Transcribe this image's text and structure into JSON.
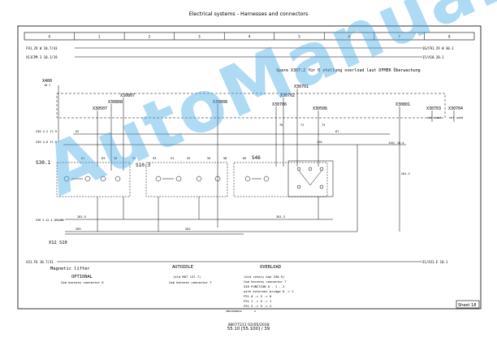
{
  "page": {
    "title": "Electrical systems - Harnesses and connectors",
    "footer_ref": "48077211 02/05/2018",
    "footer_page": "55.10 [55.100] / 39",
    "sheet": "Sheet 18",
    "drawing_id": "SBD14DW4N1A",
    "drawing_rev": "A"
  },
  "grid": {
    "columns": [
      "0",
      "1",
      "2",
      "3",
      "4",
      "5",
      "6",
      "7",
      "8"
    ]
  },
  "rails": {
    "left": [
      "F91.29 W 10.7/43",
      "X11CPM 3 10.1/19",
      "S30 3.2 17.9",
      "S30 3.6 17.9",
      "S30 3.12 4 GROUND",
      "X12 ",
      "X31.F6 10.7/31"
    ],
    "right": [
      "16/F91.29 W 30.1",
      "15/X10.20.1",
      "110/ 10.4",
      "31/X31.E 10.1"
    ]
  },
  "notes": {
    "top_spare": "Spare X307:2 für 0 stellung overload laut DFMER Überwachung",
    "not_used_1": "not used",
    "not_used_2": "not used",
    "x400": "X400"
  },
  "connectors": [
    "X30807",
    "X30808",
    "X30507",
    "X30808",
    "X30701",
    "X30702",
    "X30706",
    "X30506",
    "X30801",
    "X30703",
    "X30704"
  ],
  "components": {
    "s30_1": "S30.1",
    "s10_3": "S10.3",
    "s46": "S46",
    "x12_sig": "X12 S10"
  },
  "wires": [
    "62",
    "61",
    "63",
    "51",
    "55",
    "59",
    "50",
    "67",
    "78",
    "71",
    "73",
    "65",
    "52",
    "53",
    "58",
    "209",
    "202",
    "201.5",
    "112",
    "201.3",
    "110",
    "201.2",
    "H"
  ],
  "captions": {
    "magnetic_lifter": "Magnetic lifter",
    "optional": "OPTIONAL",
    "cab_harness_6": "Cab harness connector 6",
    "autoidle": "AUTOIDLE",
    "autoidle_sub": "(old  MOT 137.7)",
    "cab_harness_7": "Cab harness connector 7",
    "overload": "OVERLOAD",
    "overload_lines": [
      "(old rotary hoe S30.9)",
      "Cab harness connector 7",
      "S46 FUNCTION 0 - 1 - 2",
      "with external bridge 0 -> 2",
      "F91 0 -> 5 -> 0",
      "F91 1 -> 5 -> 1",
      "F91 2 -> 5 -> 2"
    ]
  },
  "watermark": "AutoManual"
}
